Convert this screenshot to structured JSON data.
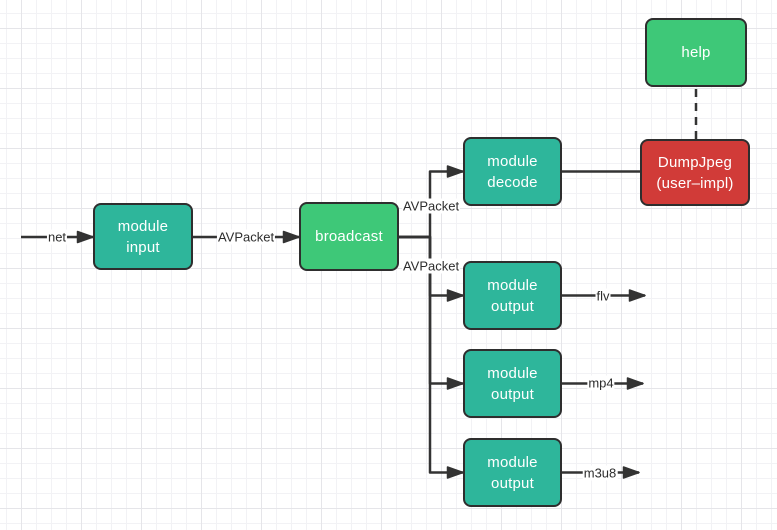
{
  "diagram": {
    "kind": "media-pipeline-flowchart",
    "colors": {
      "teal": "#2eb69b",
      "green": "#3ec878",
      "red": "#d13b38",
      "stroke": "#333333",
      "node_text": "#ffffff",
      "label_text": "#2d2d2d"
    },
    "nodes": {
      "module_input": {
        "label": "module\ninput",
        "fill": "#2eb69b"
      },
      "broadcast": {
        "label": "broadcast",
        "fill": "#3ec878"
      },
      "module_decode": {
        "label": "module\ndecode",
        "fill": "#2eb69b"
      },
      "module_output_flv": {
        "label": "module\noutput",
        "fill": "#2eb69b"
      },
      "module_output_mp4": {
        "label": "module\noutput",
        "fill": "#2eb69b"
      },
      "module_output_m3u8": {
        "label": "module\noutput",
        "fill": "#2eb69b"
      },
      "help": {
        "label": "help",
        "fill": "#3ec878"
      },
      "dump_jpeg": {
        "label": "DumpJpeg\n(user–impl)",
        "fill": "#d13b38"
      }
    },
    "edge_labels": {
      "net": "net",
      "avpacket_input": "AVPacket",
      "avpacket_decode": "AVPacket",
      "avpacket_output": "AVPacket",
      "flv": "flv",
      "mp4": "mp4",
      "m3u8": "m3u8"
    },
    "edges": [
      {
        "from": "net-source",
        "to": "module_input",
        "label": "net",
        "style": "solid",
        "arrow": true
      },
      {
        "from": "module_input",
        "to": "broadcast",
        "label": "AVPacket",
        "style": "solid",
        "arrow": true
      },
      {
        "from": "broadcast",
        "to": "module_decode",
        "label": "AVPacket",
        "style": "solid",
        "arrow": true
      },
      {
        "from": "broadcast",
        "to": "module_output_flv",
        "label": "AVPacket",
        "style": "solid",
        "arrow": true
      },
      {
        "from": "broadcast",
        "to": "module_output_mp4",
        "label": "",
        "style": "solid",
        "arrow": true
      },
      {
        "from": "broadcast",
        "to": "module_output_m3u8",
        "label": "",
        "style": "solid",
        "arrow": true
      },
      {
        "from": "module_decode",
        "to": "dump_jpeg",
        "label": "",
        "style": "solid",
        "arrow": false
      },
      {
        "from": "module_output_flv",
        "to": "flv-sink",
        "label": "flv",
        "style": "solid",
        "arrow": true
      },
      {
        "from": "module_output_mp4",
        "to": "mp4-sink",
        "label": "mp4",
        "style": "solid",
        "arrow": true
      },
      {
        "from": "module_output_m3u8",
        "to": "m3u8-sink",
        "label": "m3u8",
        "style": "solid",
        "arrow": true
      },
      {
        "from": "help",
        "to": "dump_jpeg",
        "label": "",
        "style": "dashed",
        "arrow": false
      }
    ]
  }
}
